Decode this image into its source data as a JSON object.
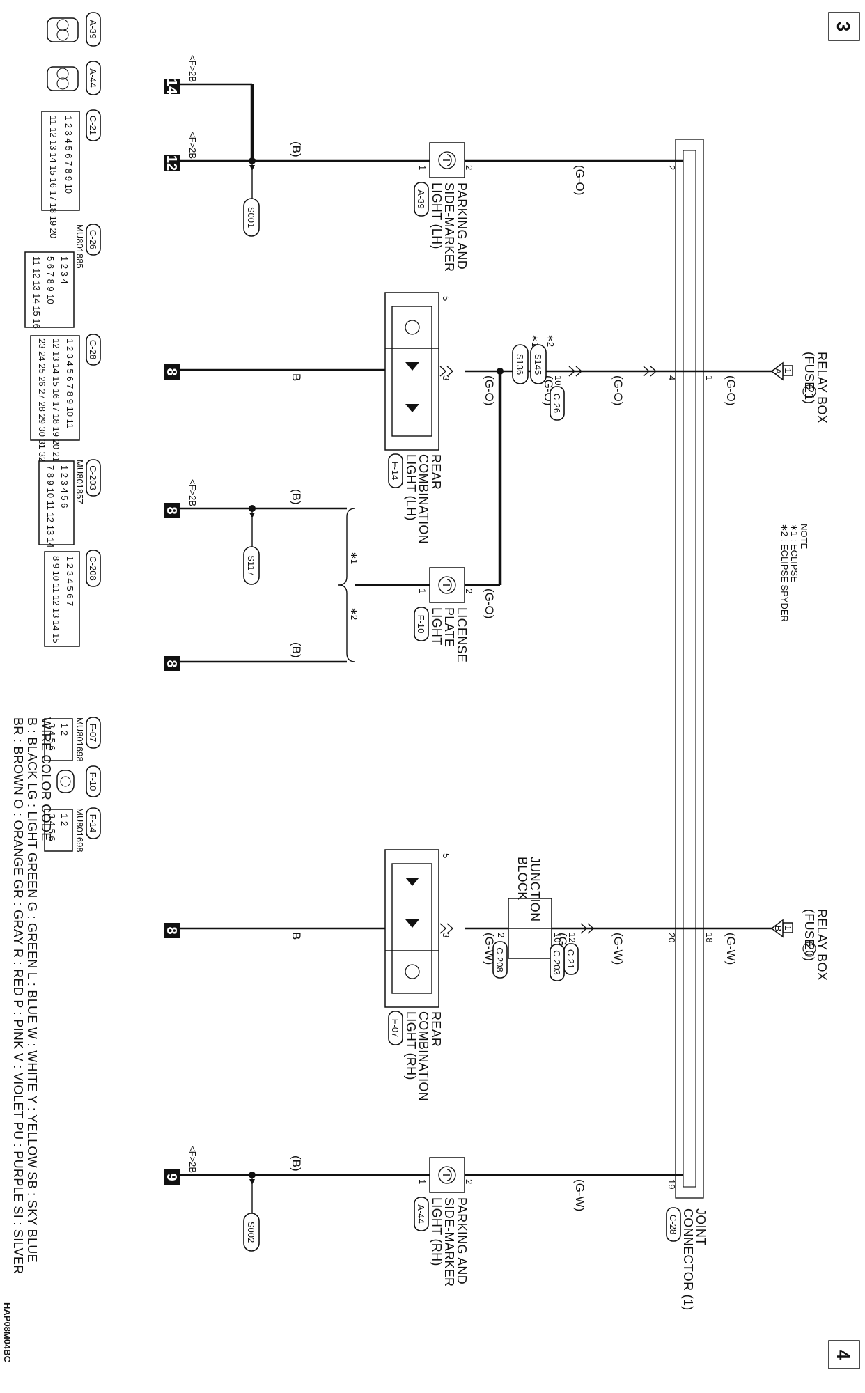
{
  "page_numbers": {
    "prev": "3",
    "next": "4"
  },
  "sources": {
    "fuse21": {
      "title": "RELAY BOX",
      "fuse": "(FUSE",
      "fuse_no": "21",
      "fuse_close": ")",
      "pin": "1",
      "connector": "A"
    },
    "fuse20": {
      "title": "RELAY BOX",
      "fuse": "(FUSE",
      "fuse_no": "20",
      "fuse_close": ")",
      "pin": "1",
      "connector": "B"
    }
  },
  "note": {
    "title": "NOTE",
    "item1": "∗1 : ECLIPSE",
    "item2": "∗2 : ECLIPSE SPYDER"
  },
  "joint_connector": {
    "line1": "JOINT",
    "line2": "CONNECTOR (1)",
    "id": "C-28"
  },
  "junction_block": {
    "line1": "JUNCTION",
    "line2": "BLOCK"
  },
  "wires": {
    "go": "(G-O)",
    "gw": "(G-W)",
    "b_paren": "(B)",
    "b_plain": "B",
    "f2b": "<F>2B"
  },
  "pins": {
    "jc_2": "2",
    "jc_1": "1",
    "jc_4": "4",
    "jc_18": "18",
    "jc_20": "20",
    "jc_19": "19",
    "a39_1": "1",
    "a39_2": "2",
    "f14_3": "3",
    "f14_5": "5",
    "f10_1": "1",
    "f10_2": "2",
    "f07_3": "3",
    "f07_5": "5",
    "a44_1": "1",
    "a44_2": "2",
    "c26_10": "10",
    "c21_12": "12",
    "c203_10": "10",
    "c208_2": "2"
  },
  "splices": {
    "s001": "S001",
    "s002": "S002",
    "s117": "S117",
    "s136": "S136",
    "s145": "S145",
    "star1": "∗1",
    "star2": "∗2"
  },
  "grounds": {
    "g14": "14",
    "g12": "12",
    "g8a": "8",
    "g8b": "8",
    "g8c": "8",
    "g8d": "8",
    "g9": "9"
  },
  "components": {
    "a39": {
      "line1": "PARKING AND",
      "line2": "SIDE-MARKER",
      "line3": "LIGHT (LH)",
      "id": "A-39"
    },
    "f14": {
      "line1": "REAR",
      "line2": "COMBINATION",
      "line3": "LIGHT (LH)",
      "id": "F-14"
    },
    "f10": {
      "line1": "LICENSE",
      "line2": "PLATE",
      "line3": "LIGHT",
      "id": "F-10"
    },
    "f07": {
      "line1": "REAR",
      "line2": "COMBINATION",
      "line3": "LIGHT (RH)",
      "id": "F-07"
    },
    "a44": {
      "line1": "PARKING AND",
      "line2": "SIDE-MARKER",
      "line3": "LIGHT (RH)",
      "id": "A-44"
    }
  },
  "connector_refs": {
    "c26": "C-26",
    "c21": "C-21",
    "c203": "C-203",
    "c208": "C-208"
  },
  "connector_legend": {
    "a39": {
      "label": "A-39"
    },
    "a44": {
      "label": "A-44"
    },
    "c21": {
      "label": "C-21",
      "row1": "1 2 3 4 5 6 7 8 9 10",
      "row2": "11 12 13 14 15 16 17 18 19 20"
    },
    "c26": {
      "label": "C-26",
      "part": "MU801885",
      "row1": "1 2 3 4",
      "row2": "5 6 7 8 9 10",
      "row3": "11 12 13 14 15 16"
    },
    "c28": {
      "label": "C-28",
      "row1": "1 2 3 4 5 6 7 8 9 10 11",
      "row2": "12 13 14 15 16 17 18 19 20 21 22",
      "row3": "23 24 25 26 27 28 29 30 31 32 33"
    },
    "c203": {
      "label": "C-203",
      "part": "MU801857",
      "row1": "1 2 3 4 5 6",
      "row2": "7 8 9 10 11 12 13 14"
    },
    "c208": {
      "label": "C-208",
      "row1": "1 2 3 4 5 6 7",
      "row2": "8 9 10 11 12 13 14 15"
    },
    "f07": {
      "label": "F-07",
      "part": "MU801698",
      "row1": "1 2",
      "row2": "3 4 5 6"
    },
    "f10": {
      "label": "F-10"
    },
    "f14": {
      "label": "F-14",
      "part": "MU801698",
      "row1": "1 2",
      "row2": "3 4 5 6"
    }
  },
  "wire_color_code": {
    "title": "WIRE COLOR CODE",
    "row1": "B : BLACK   LG : LIGHT GREEN   G : GREEN   L : BLUE   W : WHITE   Y : YELLOW   SB : SKY BLUE",
    "row2": "BR : BROWN   O : ORANGE   GR : GRAY   R : RED   P : PINK   V : VIOLET   PU : PURPLE   SI : SILVER"
  },
  "doc_code": "HAP08M04BC"
}
